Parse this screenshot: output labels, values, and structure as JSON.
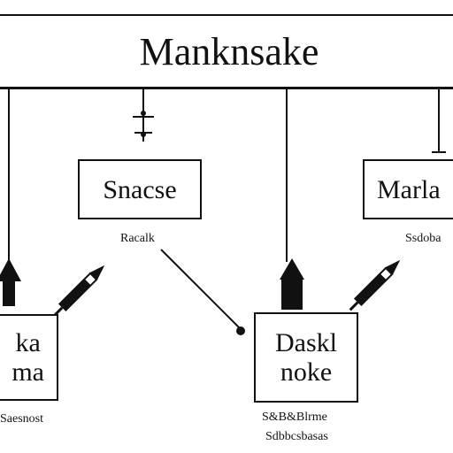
{
  "title": "Manknsake",
  "nodes": {
    "snacse": "Snacse",
    "marla": "Marla",
    "ka": {
      "line1": "ka",
      "line2": "ma"
    },
    "dask": {
      "line1": "Daskl",
      "line2": "noke"
    }
  },
  "labels": {
    "left": "Racalk",
    "right": "Ssdoba",
    "bottom_left": "Saesnost",
    "bottom_center_1": "S&B&Blrme",
    "bottom_center_2": "Sdbbcsbasas"
  }
}
